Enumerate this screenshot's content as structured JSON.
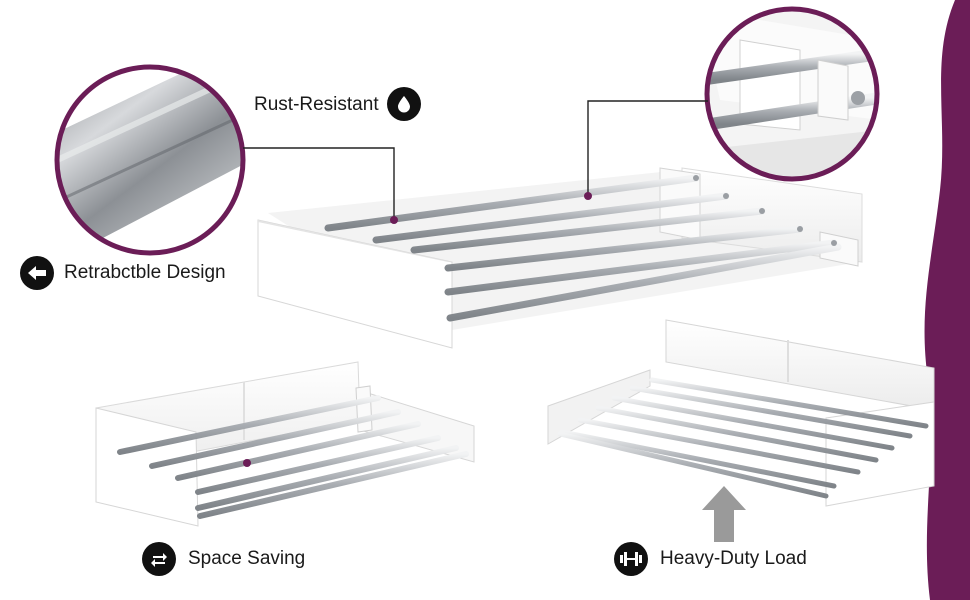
{
  "features": {
    "rust_resistant": {
      "label": "Rust-Resistant",
      "icon": "water-drop-icon"
    },
    "retractable": {
      "label": "Retrabctble Design",
      "icon": "arrow-left-icon"
    },
    "space_saving": {
      "label": "Space Saving",
      "icon": "swap-arrows-icon"
    },
    "heavy_duty": {
      "label": "Heavy-Duty Load",
      "icon": "dumbbell-icon"
    }
  },
  "colors": {
    "accent": "#6b1d57",
    "icon_bg": "#111111",
    "arrow": "#9a9a9a",
    "rack": "#f6f6f6",
    "rod": "#b8bcc0"
  }
}
